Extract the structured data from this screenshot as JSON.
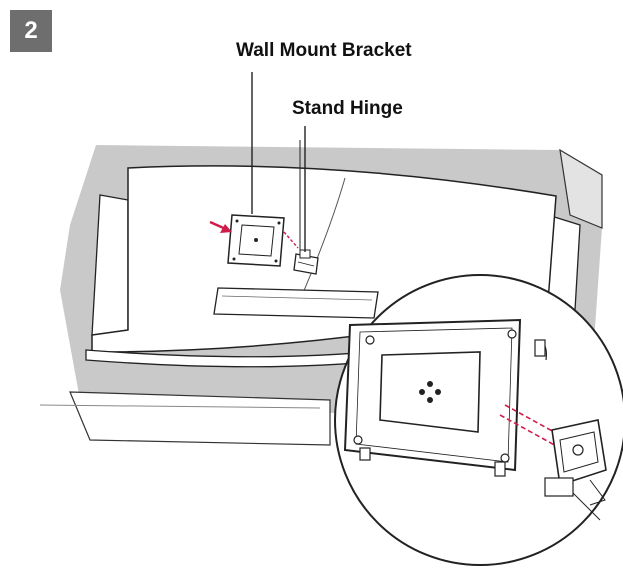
{
  "step": {
    "number": "2"
  },
  "labels": {
    "wall_mount_bracket": "Wall Mount Bracket",
    "stand_hinge": "Stand Hinge"
  },
  "colors": {
    "background": "#ffffff",
    "table_shadow": "#c9c9c9",
    "monitor_body": "#ffffff",
    "outline": "#222222",
    "bracket_fill": "#ffffff",
    "arrow_accent": "#d01c4a",
    "badge": "#6e6e6e"
  },
  "icons": {
    "direction_arrow": "red-arrow-icon",
    "callout": "magnifier-circle"
  }
}
